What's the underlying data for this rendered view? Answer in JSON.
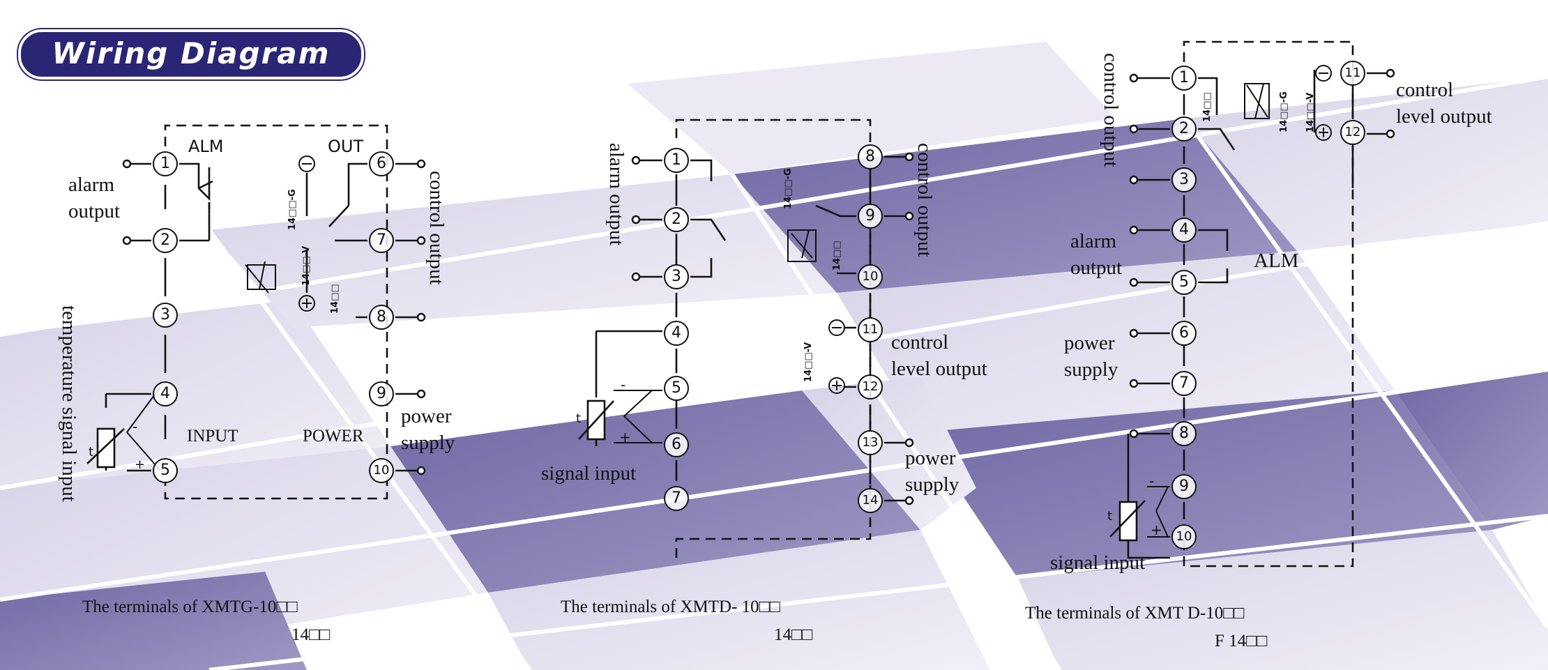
{
  "title": "Wiring Diagram",
  "colors": {
    "pill": "#2a2675",
    "tile_dark": "#7f78ad",
    "tile_light": "#e6e3f0"
  },
  "d1": {
    "caption_line1": "The terminals of XMTG-10□□",
    "caption_line2": "14□□",
    "alm": "ALM",
    "out": "OUT",
    "alarm_output": "alarm\noutput",
    "control_output": "control output",
    "temperature_signal_input": "temperature signal input",
    "input": "INPUT",
    "power": "POWER",
    "power_supply": "power\nsupply",
    "model_g": "14□□-G",
    "model_v": "14□□-V",
    "model_r": "14□□",
    "terminals": [
      "1",
      "2",
      "3",
      "4",
      "5",
      "6",
      "7",
      "8",
      "9",
      "10"
    ]
  },
  "d2": {
    "caption_line1": "The terminals of XMTD- 10□□",
    "caption_line2": "14□□",
    "alarm_output": "alarm output",
    "control_output": "control output",
    "control_level_output": "control\nlevel output",
    "power_supply": "power\nsupply",
    "signal_input": "signal input",
    "model_g": "14□□-G",
    "model_r": "14□□",
    "model_v": "14□□-V",
    "terminals": [
      "1",
      "2",
      "3",
      "4",
      "5",
      "6",
      "7",
      "8",
      "9",
      "10",
      "11",
      "12",
      "13",
      "14"
    ]
  },
  "d3": {
    "caption_line1": "The terminals of XMT D-10□□",
    "caption_line2": "F 14□□",
    "control_output": "control output",
    "alarm_output": "alarm\noutput",
    "alm": "ALM",
    "power_supply": "power\nsupply",
    "control_level_output": "control\nlevel output",
    "signal_input": "signal input",
    "model_r": "14□□",
    "model_g": "14□□-G",
    "model_v": "14□□-V",
    "terminals": [
      "1",
      "2",
      "3",
      "4",
      "5",
      "6",
      "7",
      "8",
      "9",
      "10",
      "11",
      "12"
    ]
  }
}
